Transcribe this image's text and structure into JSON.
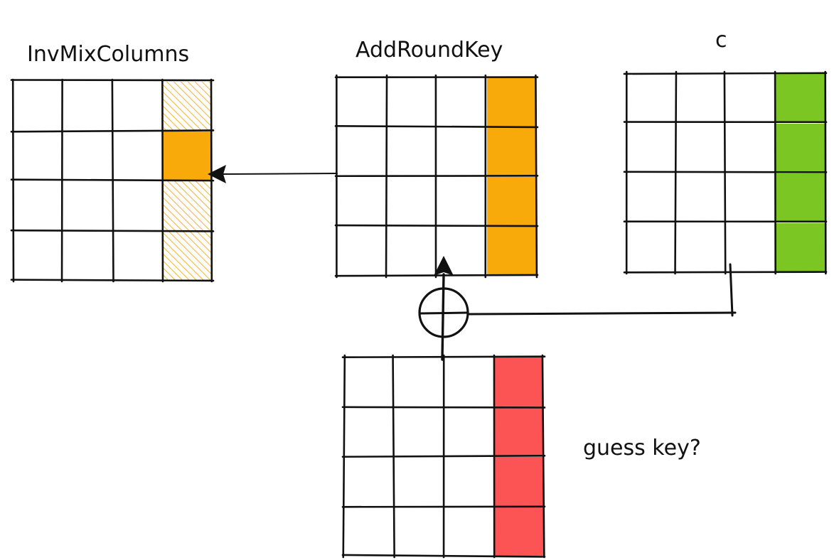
{
  "labels": {
    "inv_mix_columns": "InvMixColumns",
    "add_round_key": "AddRoundKey",
    "ciphertext": "c",
    "guess_key": "guess key?"
  },
  "colors": {
    "orange": "#F7AA0A",
    "green": "#7BC623",
    "red": "#FC5355",
    "hatch": "#F5B73A",
    "ink": "#111111"
  },
  "grids": [
    {
      "id": "inv-mix-columns-grid",
      "highlight_column": 3,
      "cells_in_highlight": [
        "hatched",
        "solid",
        "hatched",
        "hatched"
      ],
      "color": "orange"
    },
    {
      "id": "add-round-key-grid",
      "highlight_column": 3,
      "cells_in_highlight": [
        "solid",
        "solid",
        "solid",
        "solid"
      ],
      "color": "orange"
    },
    {
      "id": "ciphertext-grid",
      "highlight_column": 3,
      "cells_in_highlight": [
        "solid",
        "solid",
        "solid",
        "solid"
      ],
      "color": "green"
    },
    {
      "id": "key-guess-grid",
      "highlight_column": 3,
      "cells_in_highlight": [
        "solid",
        "solid",
        "solid",
        "solid"
      ],
      "color": "red"
    }
  ],
  "operator": "xor"
}
